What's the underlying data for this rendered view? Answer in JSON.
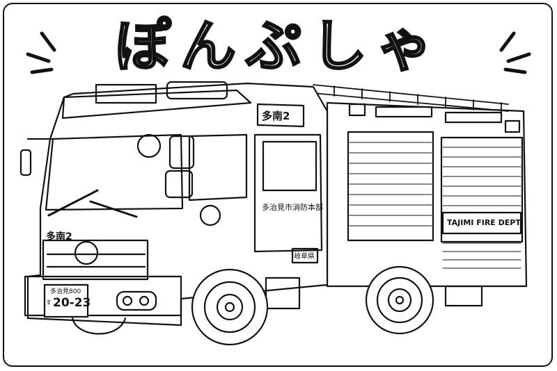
{
  "title": "ぽんぷしゃ",
  "truck": {
    "roof_unit_number": "多南2",
    "front_unit_number": "多南2",
    "door_text": "多治見市消防本部",
    "prefecture_text": "岐阜県",
    "side_text": "TAJIMI FIRE DEPT.",
    "plate_region": "多治見800",
    "plate_kana": "す",
    "plate_number": "20-23"
  }
}
